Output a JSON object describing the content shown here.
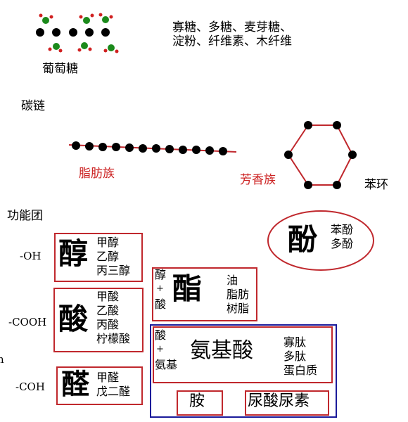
{
  "glucose": {
    "label": "葡萄糖",
    "sugars_line1": "寡糖、多糖、麦芽糖、",
    "sugars_line2": "淀粉、纤维素、木纤维"
  },
  "carbon_chain": {
    "label": "碳链"
  },
  "aliphatic": {
    "label": "脂肪族"
  },
  "aromatic": {
    "label": "芳香族"
  },
  "benzene": {
    "label": "苯环"
  },
  "functional_groups": {
    "label": "功能团"
  },
  "phenol": {
    "big": "酚",
    "items": [
      "苯酚",
      "多酚"
    ]
  },
  "alcohol": {
    "group": "-OH",
    "big": "醇",
    "items": [
      "甲醇",
      "乙醇",
      "丙三醇"
    ]
  },
  "acid": {
    "group": "-COOH",
    "big": "酸",
    "items": [
      "甲酸",
      "乙酸",
      "丙酸",
      "柠檬酸"
    ]
  },
  "aldehyde": {
    "group": "-COH",
    "big": "醛",
    "items": [
      "甲醛",
      "戊二醛"
    ]
  },
  "ester": {
    "left": [
      "醇",
      "+",
      "酸"
    ],
    "big": "酯",
    "items": [
      "油",
      "脂肪",
      "树脂"
    ]
  },
  "amino_acid": {
    "left": [
      "酸",
      "+",
      "氨基"
    ],
    "big": "氨基酸",
    "items": [
      "寡肽",
      "多肽",
      "蛋白质"
    ]
  },
  "amine": {
    "label": "胺"
  },
  "urea": {
    "label": "尿酸尿素"
  },
  "edge_mark": {
    "text": "n"
  },
  "colors": {
    "red": "#c0282d",
    "blue": "#1a1a9a",
    "green": "#1b8a1b"
  }
}
